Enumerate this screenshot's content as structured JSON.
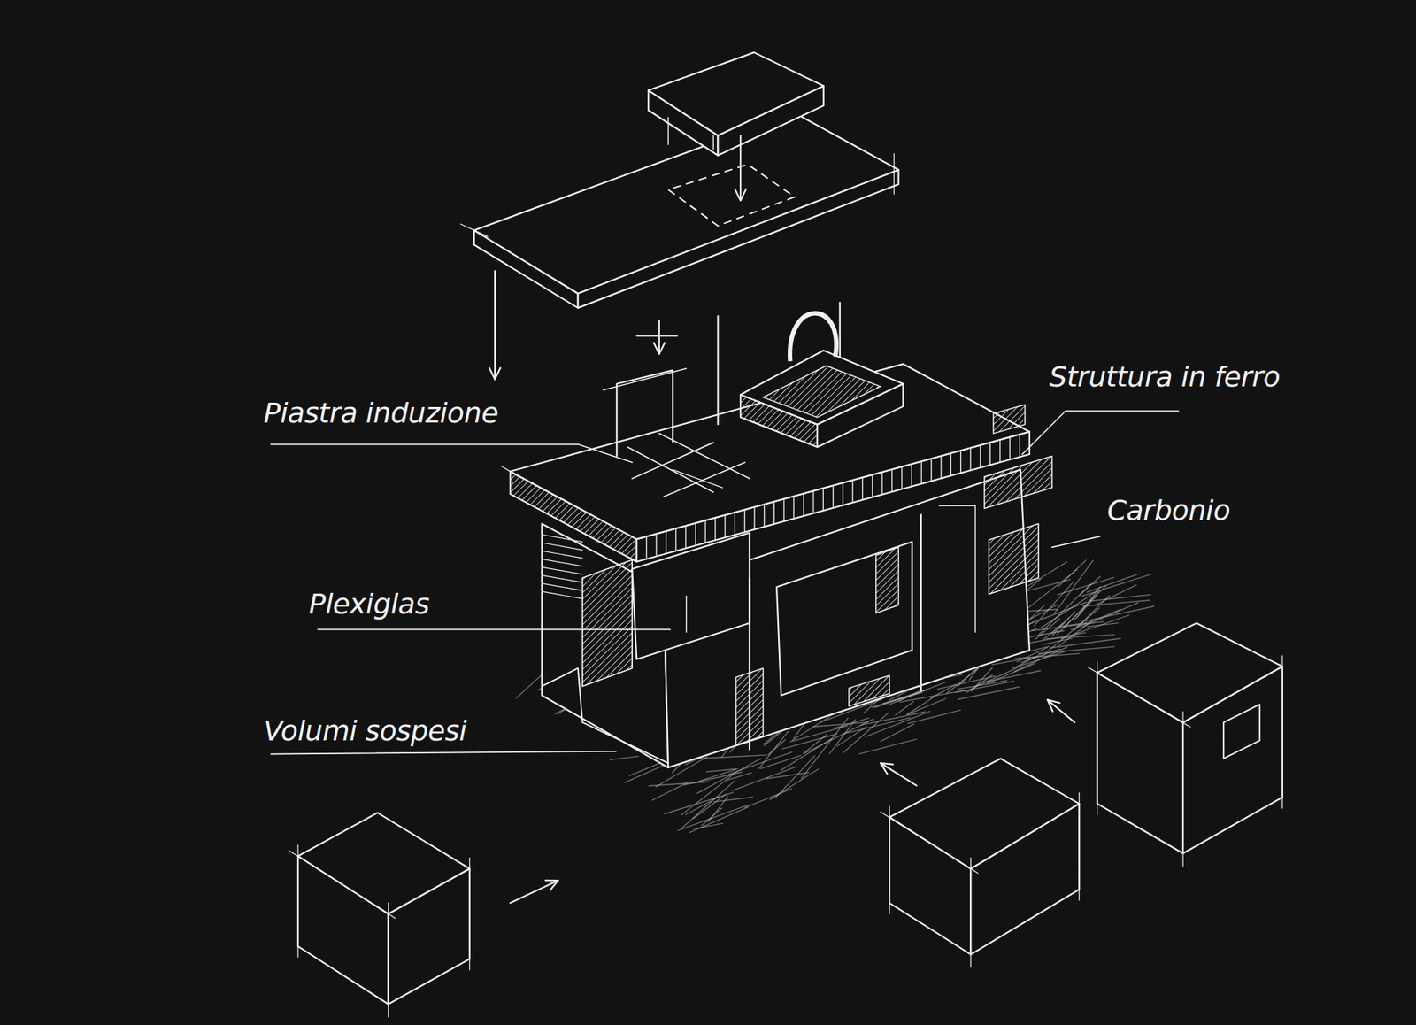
{
  "diagram": {
    "labels": [
      "Piastra induzione",
      "Struttura in ferro",
      "Carbonio",
      "Plexiglas",
      "Volumi sospesi"
    ]
  }
}
